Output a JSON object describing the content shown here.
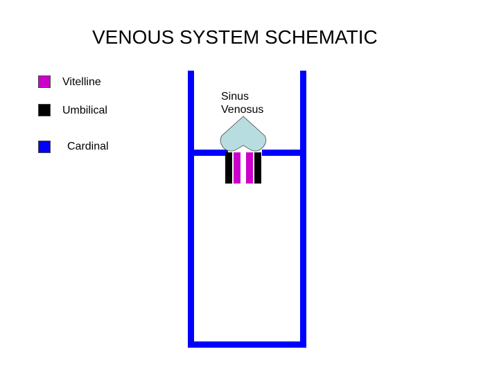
{
  "title": "VENOUS SYSTEM SCHEMATIC",
  "legend": [
    {
      "label": "Vitelline",
      "color": "#cc00cc"
    },
    {
      "label": "Umbilical",
      "color": "#000000"
    },
    {
      "label": "Cardinal",
      "color": "#0000ff"
    }
  ],
  "sinus_venosus": {
    "line1": "Sinus",
    "line2": "Venosus",
    "color": "#b8dde0"
  },
  "colors": {
    "cardinal": "#0000ff",
    "vitelline": "#cc00cc",
    "umbilical": "#000000"
  }
}
